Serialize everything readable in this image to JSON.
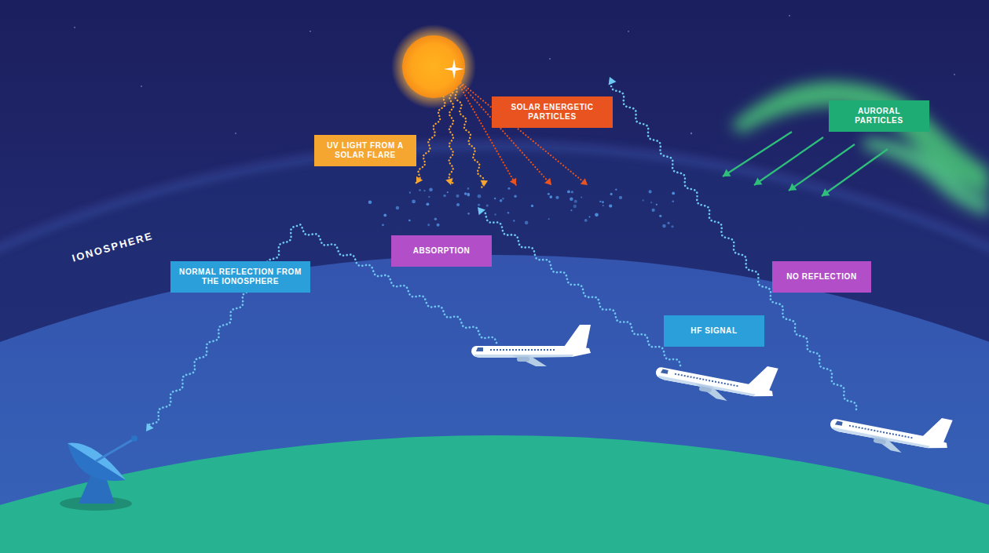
{
  "diagram": {
    "nodes": [
      {
        "text": [
          "SOLAR ENERGETIC PARTICLES"
        ]
      },
      {
        "text": [
          "AURORAL PARTICLES"
        ]
      },
      {
        "text": [
          "UV LIGHT FROM A SOLAR FLARE"
        ]
      },
      {
        "text": [
          "ABSORPTION"
        ]
      },
      {
        "text": [
          "NORMAL REFLECTION FROM THE IONOSPHERE"
        ]
      },
      {
        "text": [
          "NO REFLECTION"
        ]
      },
      {
        "text": [
          "HF SIGNAL"
        ]
      }
    ],
    "labels": [
      "IONOSPHERE"
    ]
  }
}
